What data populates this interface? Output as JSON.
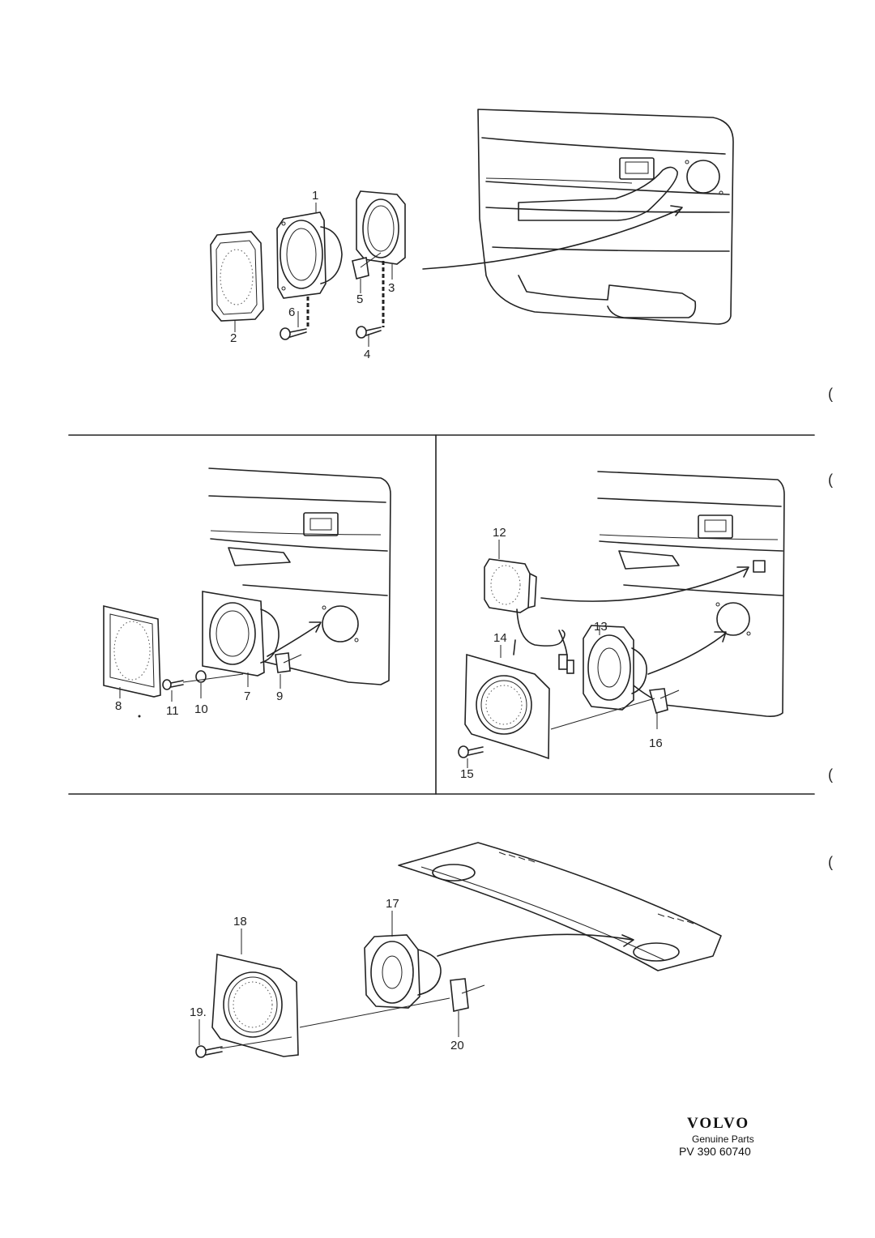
{
  "callouts": [
    "1",
    "2",
    "3",
    "4",
    "5",
    "6",
    "7",
    "8",
    "9",
    "10",
    "11",
    "12",
    "13",
    "14",
    "15",
    "16",
    "17",
    "18",
    "19.",
    "20"
  ],
  "branding": {
    "logo": "VOLVO",
    "subtitle": "Genuine Parts",
    "part_number": "PV 390 60740"
  },
  "margin_marks": [
    "(",
    "(",
    "(",
    "("
  ]
}
